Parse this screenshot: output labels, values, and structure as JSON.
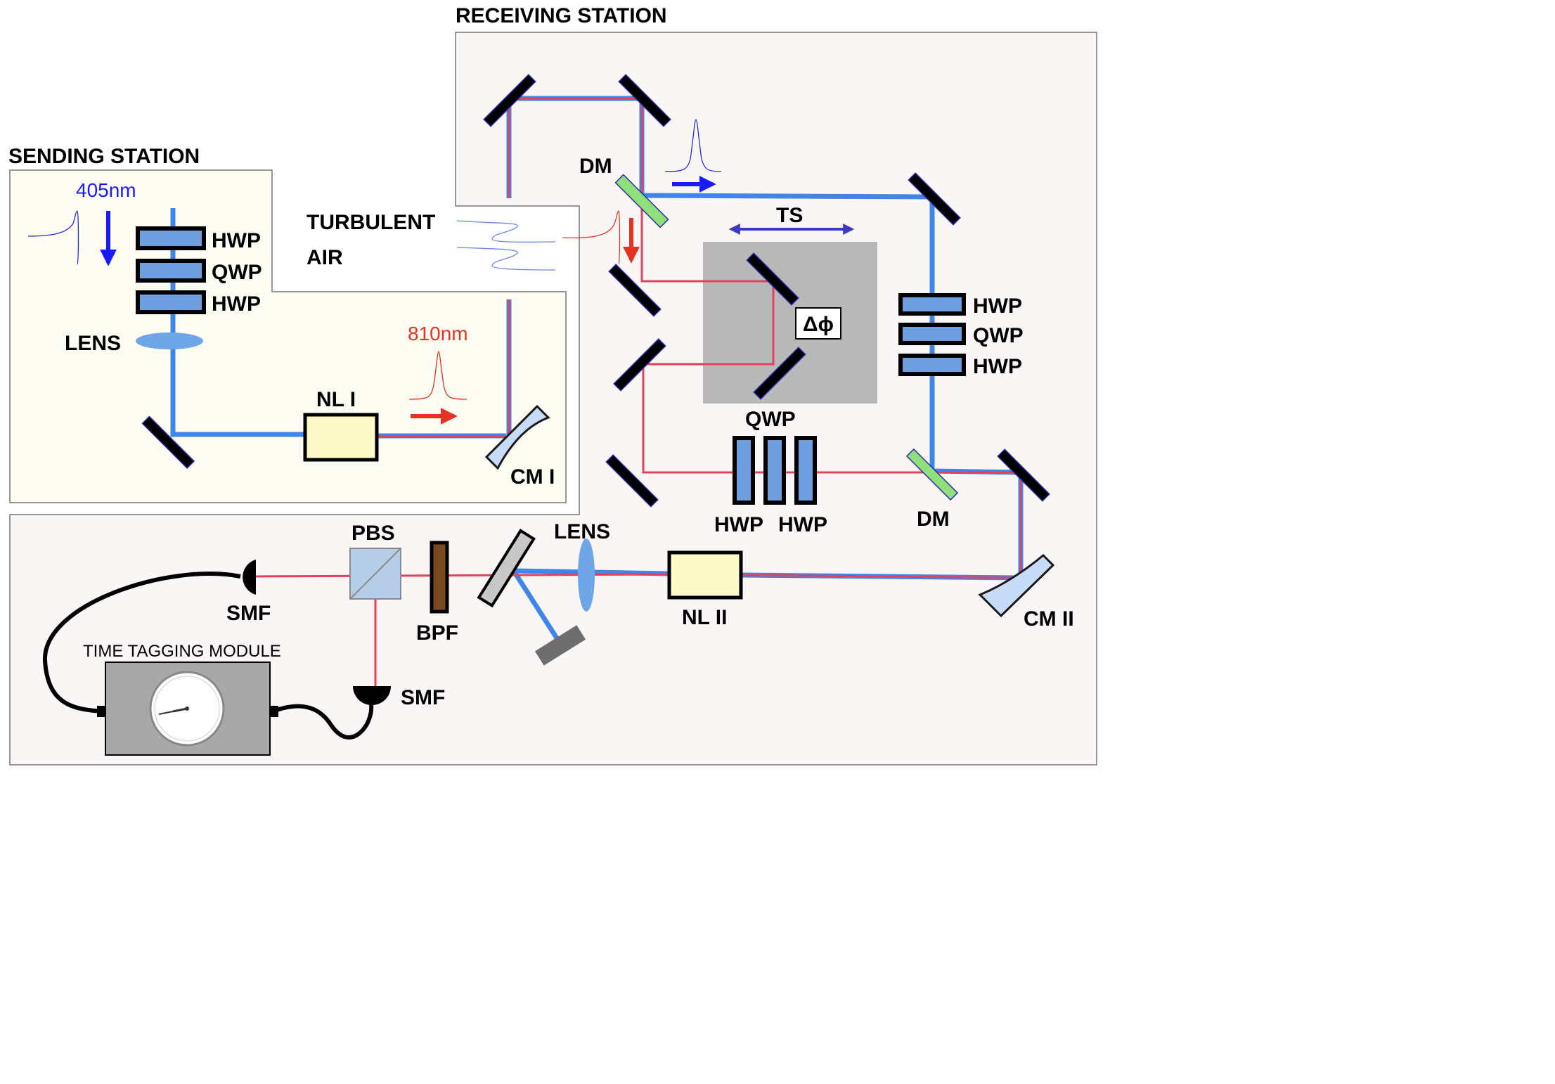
{
  "stations": {
    "receiving": "RECEIVING STATION",
    "sending": "SENDING STATION"
  },
  "wavelengths": {
    "pump": "405nm",
    "signal": "810nm"
  },
  "labels": {
    "turbulent": "TURBULENT",
    "air": "AIR",
    "dm_top": "DM",
    "dm_right": "DM",
    "ts": "TS",
    "phase": "Δϕ",
    "hwp_s1": "HWP",
    "qwp_s": "QWP",
    "hwp_s2": "HWP",
    "lens_s": "LENS",
    "nl1": "NL I",
    "cm1": "CM I",
    "hwp_r1": "HWP",
    "qwp_r": "QWP",
    "hwp_r2": "HWP",
    "qwp_mid": "QWP",
    "hwp_mid1": "HWP",
    "hwp_mid2": "HWP",
    "pbs": "PBS",
    "bpf": "BPF",
    "lens_b": "LENS",
    "nl2": "NL II",
    "cm2": "CM II",
    "smf1": "SMF",
    "smf2": "SMF",
    "ttm": "TIME TAGGING MODULE"
  },
  "colors": {
    "pump_beam": "#3f86e8",
    "signal_beam": "#e0435a",
    "waveplate": "#6d9ee0",
    "nonlinear_crystal": "#fdfac8",
    "dichroic": "#8fe07a",
    "translation_stage": "#b8b8b8",
    "sending_bg": "#fcfcf2",
    "receiving_bg": "#fbf6f6"
  }
}
